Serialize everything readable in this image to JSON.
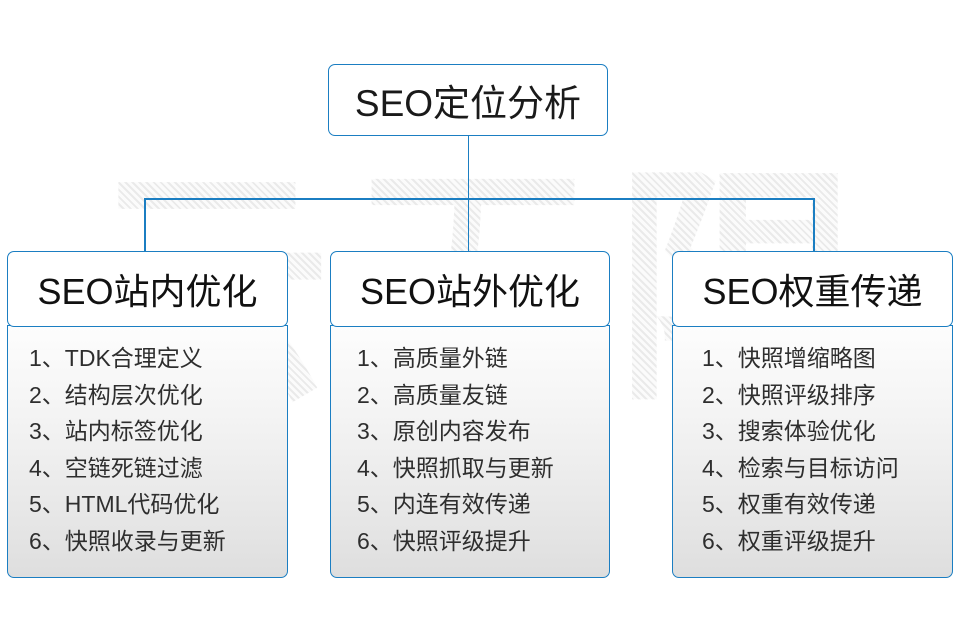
{
  "diagram": {
    "title": "SEO定位分析",
    "watermark_text": "云无限",
    "accent_color": "#1b7ec2",
    "text_color": "#2e2e2e",
    "background_color": "#ffffff",
    "root": {
      "label": "SEO定位分析"
    },
    "columns": [
      {
        "id": "internal",
        "header": "SEO站内优化",
        "items": [
          "1、TDK合理定义",
          "2、结构层次优化",
          "3、站内标签优化",
          "4、空链死链过滤",
          "5、HTML代码优化",
          "6、快照收录与更新"
        ]
      },
      {
        "id": "external",
        "header": "SEO站外优化",
        "items": [
          "1、高质量外链",
          "2、高质量友链",
          "3、原创内容发布",
          "4、快照抓取与更新",
          "5、内连有效传递",
          "6、快照评级提升"
        ]
      },
      {
        "id": "weight",
        "header": "SEO权重传递",
        "items": [
          "1、快照增缩略图",
          "2、快照评级排序",
          "3、搜索体验优化",
          "4、检索与目标访问",
          "5、权重有效传递",
          "6、权重评级提升"
        ]
      }
    ]
  }
}
